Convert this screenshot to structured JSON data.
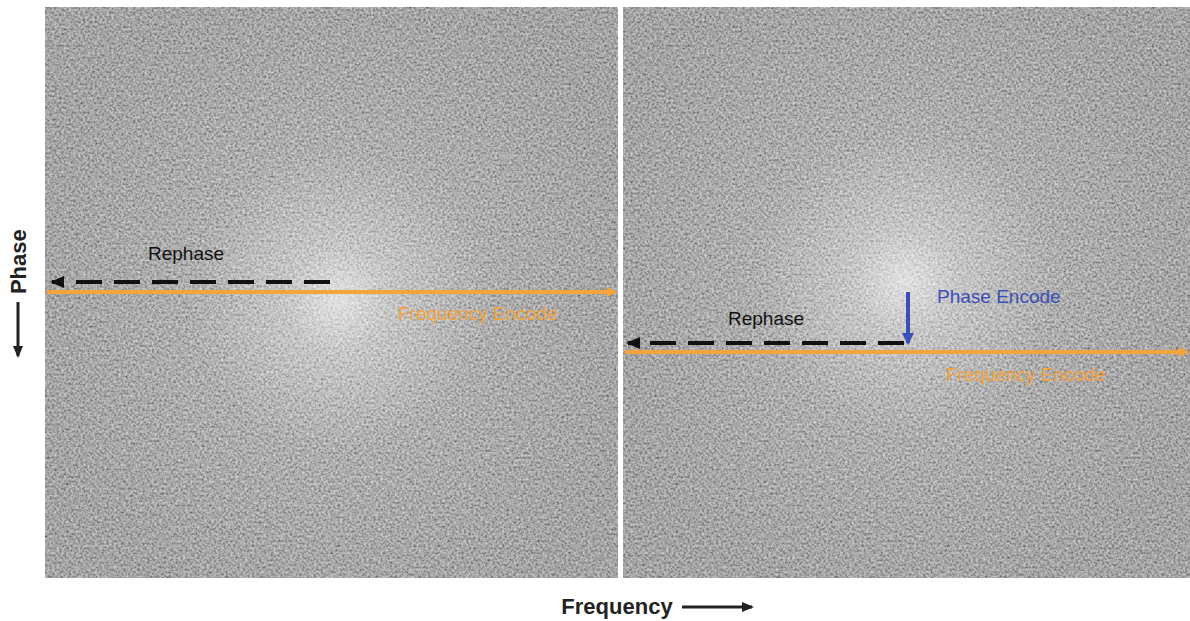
{
  "diagram": {
    "labels": [
      "Rephase",
      "Frequency Encode",
      "Phase Encode",
      "Rephase",
      "Frequency Encode",
      "Phase",
      "Frequency"
    ]
  }
}
